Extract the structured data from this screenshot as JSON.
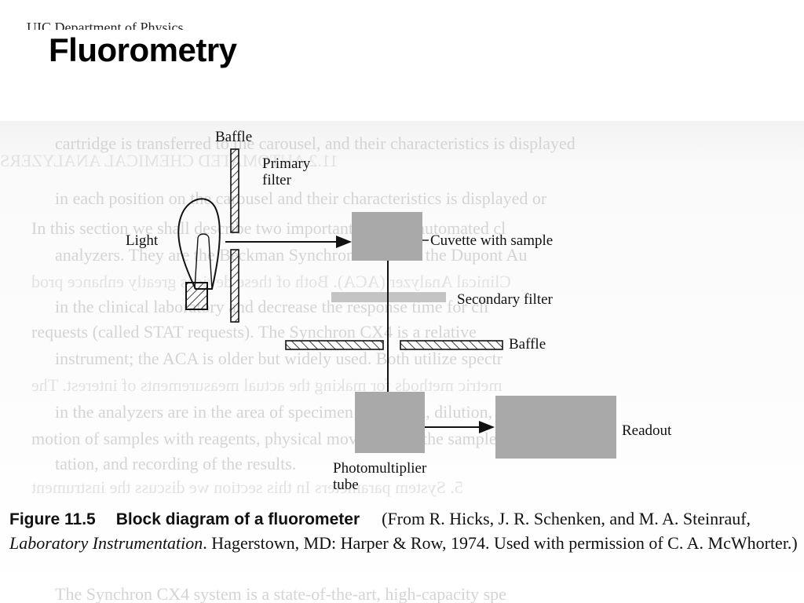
{
  "header": {
    "institution_text": "UIC Department of Physics",
    "title": "Fluorometry"
  },
  "diagram": {
    "labels": {
      "baffle_top": "Baffle",
      "primary_filter": "Primary\nfilter",
      "light": "Light",
      "cuvette": "Cuvette with sample",
      "secondary_filter": "Secondary filter",
      "baffle_bottom": "Baffle",
      "readout": "Readout",
      "photomultiplier": "Photomultiplier\ntube"
    }
  },
  "background_text": {
    "lines": [
      "cartridge is transferred to the carousel, and their characteristics is displayed",
      "11.2   AUTOMATED CHEMICAL ANALYZERS",
      "in each position on the carousel and their characteristics is displayed or",
      "In this section we shall describe two important types of automated cl",
      "analyzers. They are the Beckman Synchron CX4 and the Dupont Au",
      "Clinical Analyzer (ACA). Both of these devices greatly enhance prod",
      "in the clinical laboratory and decrease the response time for cli",
      "requests (called STAT requests). The Synchron CX4 is a relative",
      "instrument; the ACA is older but widely used. Both utilize spectr",
      "metric methods for making the actual measurements of interest. The",
      "in the analyzers are in the area of specimen aspiration, dilution,",
      "motion of samples with reagents, physical movement of the sample",
      "tation, and recording of the results.",
      "5.  System parameters    In this section we discuss the instrument",
      "The Synchron CX4 system is a state-of-the-art, high-capacity spe"
    ]
  },
  "caption": {
    "figure_number": "Figure 11.5",
    "figure_title": "Block diagram of a fluorometer",
    "body_1": "(From R. Hicks, J. R. Schenken, and M. A. Steinrauf, ",
    "book": "Laboratory Instrumentation",
    "body_2": ". Hagerstown, MD: Harper & Row, 1974. Used with permission of C. A. McWhorter.)"
  }
}
